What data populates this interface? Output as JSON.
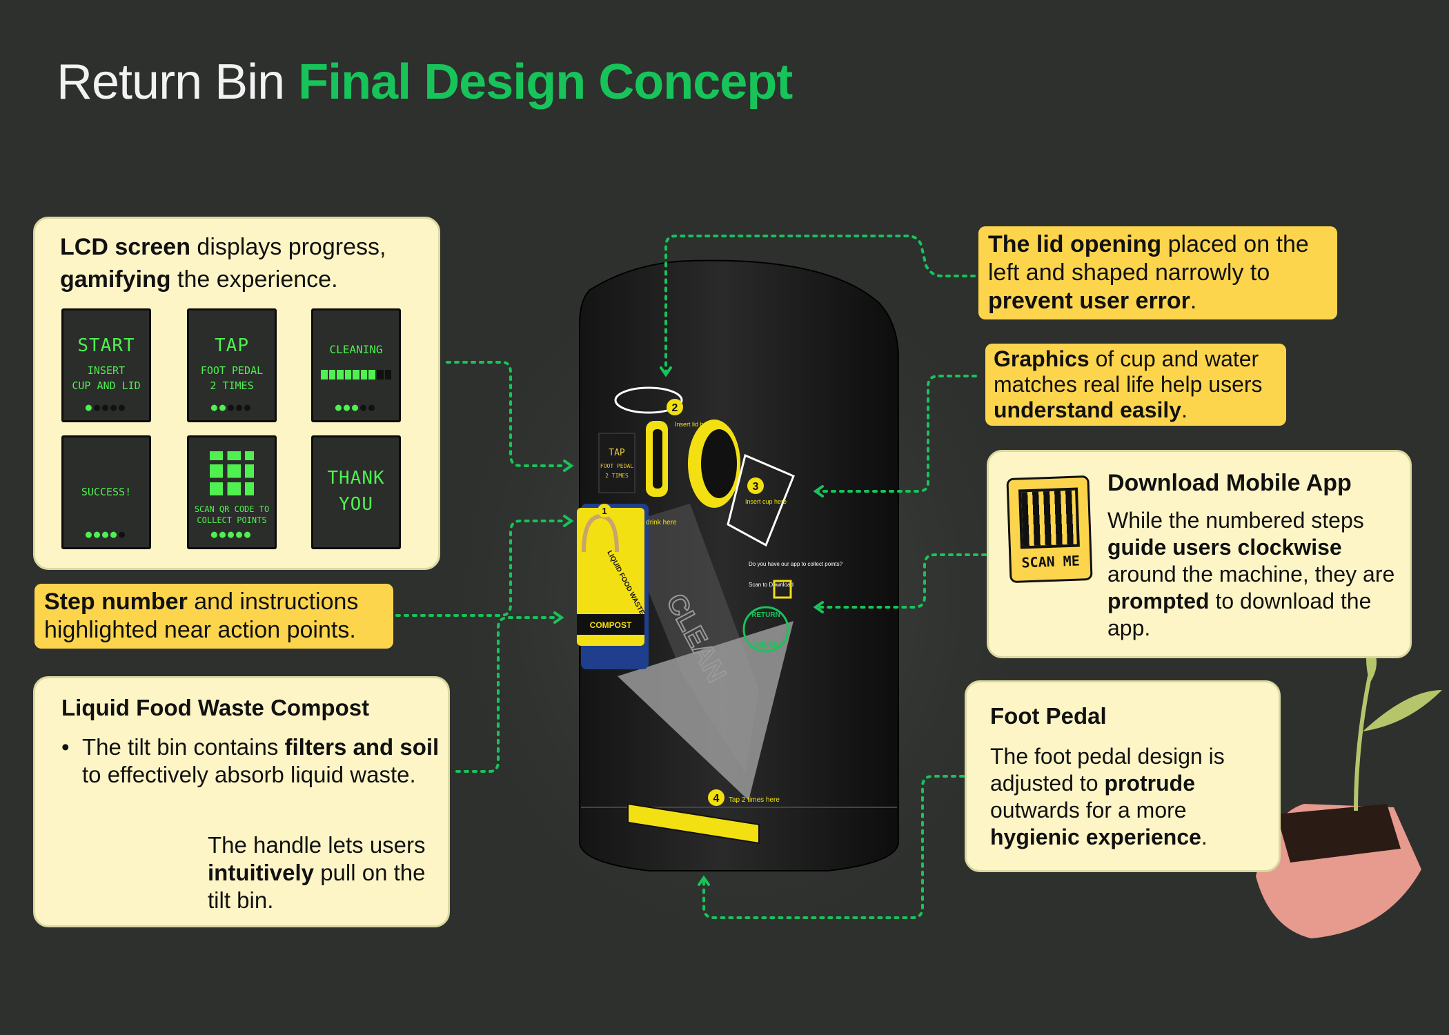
{
  "title": {
    "part1": "Return Bin",
    "part2": "Final Design Concept"
  },
  "lcd_card": {
    "lead_bold1": "LCD screen",
    "lead_text1": " displays progress,",
    "lead_bold2": "gamifying",
    "lead_text2": " the experience.",
    "screens": [
      {
        "big": "START",
        "small1": "INSERT",
        "small2": "CUP AND LID",
        "progress": "1/5"
      },
      {
        "big": "TAP",
        "small1": "FOOT PEDAL",
        "small2": "2 TIMES",
        "progress": "2/5"
      },
      {
        "big": "CLEANING",
        "small1": "",
        "small2": "",
        "progress": "3/5"
      },
      {
        "big": "SUCCESS!",
        "small1": "",
        "small2": "",
        "progress": "4/5"
      },
      {
        "big": "",
        "small1": "SCAN QR CODE TO",
        "small2": "COLLECT POINTS",
        "progress": "5/5"
      },
      {
        "big": "THANK",
        "small1": "YOU",
        "small2": "",
        "progress": ""
      }
    ]
  },
  "step_highlight": {
    "bold": "Step number",
    "text1": " and instructions",
    "text2": "highlighted near action points."
  },
  "compost_card": {
    "heading": "Liquid Food Waste Compost",
    "bullet_pre": "The tilt bin contains ",
    "bullet_bold": "filters and soil",
    "bullet_post": " to effectively absorb liquid waste.",
    "handle_pre": "The handle lets users ",
    "handle_bold": "intuitively",
    "handle_post": " pull on the tilt bin."
  },
  "lid_highlight": {
    "bold1": "The lid opening",
    "text1": " placed on the",
    "text2": "left and shaped narrowly to",
    "bold2": "prevent user error",
    "text3": "."
  },
  "graphics_highlight": {
    "bold1": "Graphics",
    "text1": " of cup and water",
    "text2": "matches real life help users",
    "bold2": "understand easily",
    "text3": "."
  },
  "app_card": {
    "heading": "Download Mobile App",
    "text_pre": "While the numbered steps ",
    "text_bold1": "guide users clockwise",
    "text_mid": " around the machine, they are ",
    "text_bold2": "prompted",
    "text_post": " to download the app.",
    "sticker_label": "SCAN ME"
  },
  "pedal_card": {
    "heading": "Foot Pedal",
    "text_pre": "The foot pedal design is adjusted to ",
    "text_bold1": "protrude",
    "text_mid": " outwards for a more ",
    "text_bold2": "hygienic experience",
    "text_post": "."
  },
  "machine": {
    "screen_line1": "TAP",
    "screen_line2": "FOOT PEDAL",
    "screen_line3": "2 TIMES",
    "step1_num": "1",
    "step1_text": "Pour your drink here",
    "step2_num": "2",
    "step2_text": "Insert lid here",
    "step3_num": "3",
    "step3_text": "Insert cup here",
    "step4_num": "4",
    "step4_text": "Tap 2 times here",
    "bin_label": "LIQUID FOOD WASTE",
    "bin_sub": "COMPOST",
    "clean_text": "CLEAN",
    "app_prompt": "Do you have our app to collect points?",
    "scan_prompt": "Scan to Download",
    "badge_top": "RETURN",
    "badge_bottom": "REUSE"
  },
  "colors": {
    "background": "#2e302e",
    "accent_green": "#17c45a",
    "card": "#fdf5c6",
    "highlight": "#fdd54d",
    "lcd_green": "#4ff04f",
    "machine_yellow": "#f2e012"
  }
}
